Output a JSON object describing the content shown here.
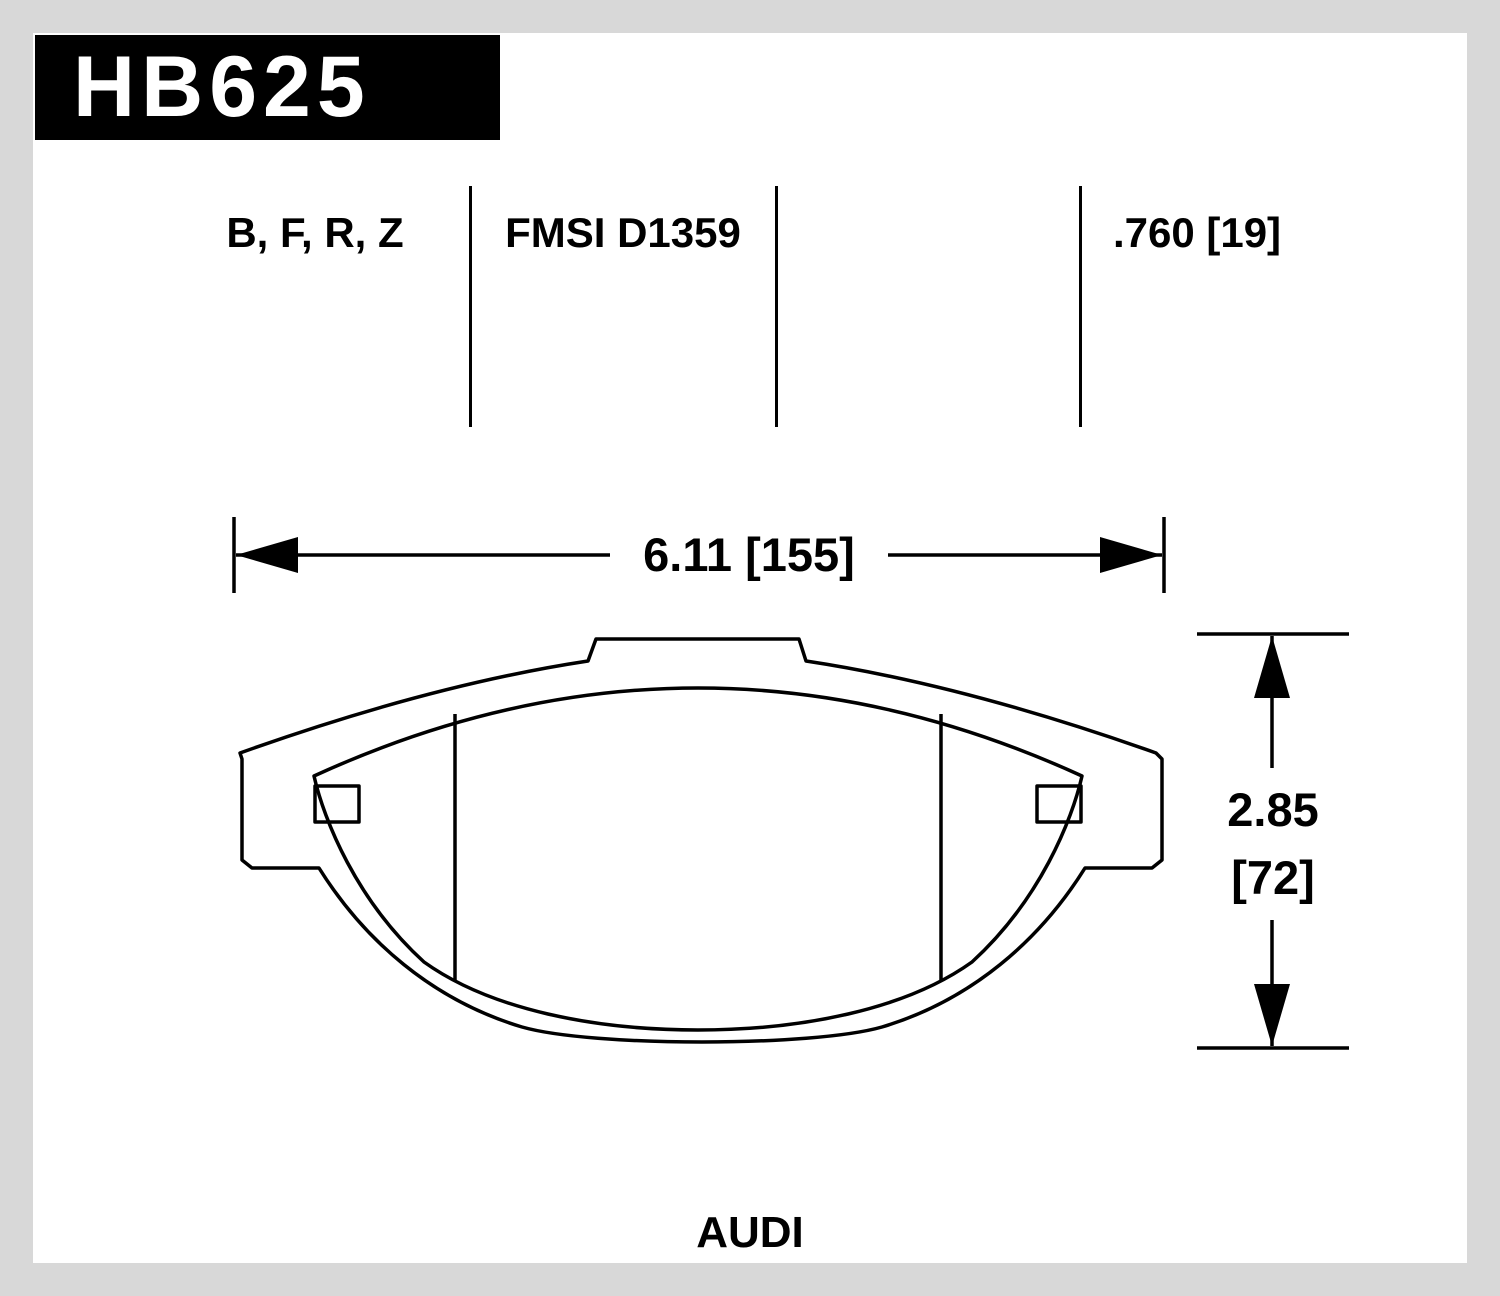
{
  "header": {
    "part_number": "HB625"
  },
  "specs": {
    "compounds": "B, F, R, Z",
    "fmsi": "FMSI D1359",
    "thickness": ".760 [19]"
  },
  "dims": {
    "width": "6.11 [155]",
    "height_line1": "2.85",
    "height_line2": "[72]"
  },
  "footer": {
    "vehicle": "AUDI"
  },
  "drawing": {
    "name": "brake-pad-front-view"
  },
  "colors": {
    "frame": "#d8d8d8",
    "background": "#ffffff",
    "ink": "#000000",
    "header_bg": "#000000",
    "header_text": "#ffffff"
  }
}
